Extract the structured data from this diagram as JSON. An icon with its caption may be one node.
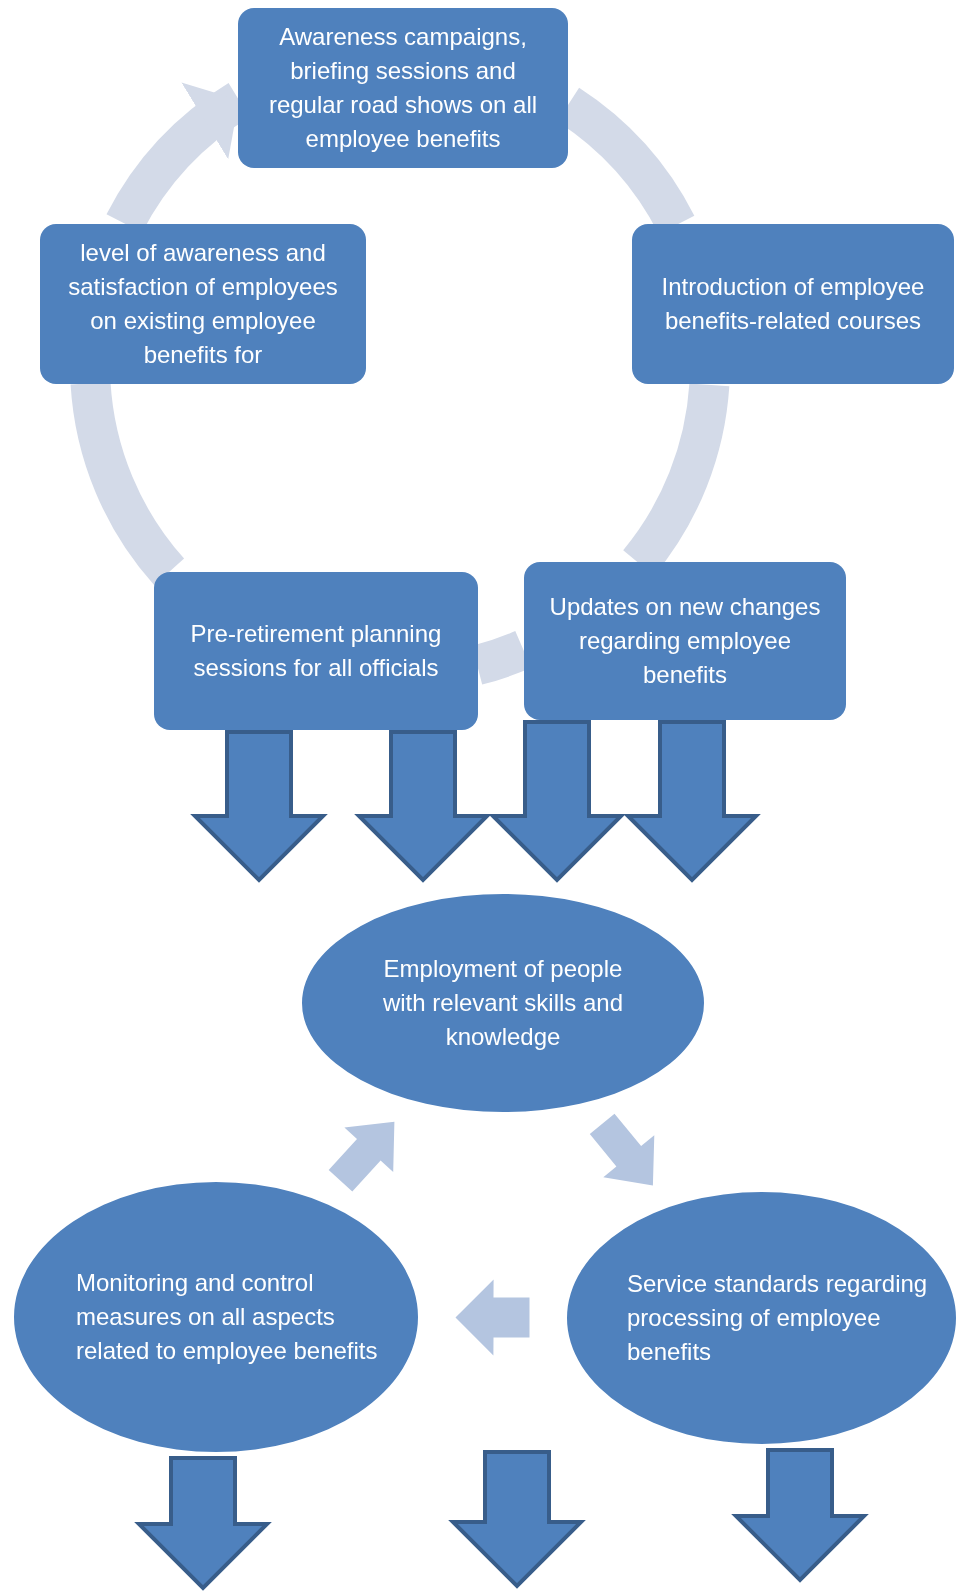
{
  "diagram": {
    "nodes": [
      {
        "text": [
          "Awareness campaigns, briefing sessions and regular road shows on all employee benefits"
        ]
      },
      {
        "text": [
          "Introduction of employee benefits-related courses"
        ]
      },
      {
        "text": [
          "Updates on new changes regarding employee benefits"
        ]
      },
      {
        "text": [
          "Pre-retirement planning sessions for all officials"
        ]
      },
      {
        "text": [
          "level of awareness and satisfaction of employees on existing employee benefits for"
        ]
      },
      {
        "text": [
          "Employment of people with relevant skills and knowledge"
        ]
      },
      {
        "text": [
          "Service standards regarding processing of employee benefits"
        ]
      },
      {
        "text": [
          "Monitoring and control measures on all aspects related to employee benefits"
        ]
      }
    ],
    "edges": [
      {
        "from": 0,
        "to": 1,
        "arrow": "none",
        "color": "#d3dae8"
      },
      {
        "from": 1,
        "to": 2,
        "arrow": "none",
        "color": "#d3dae8"
      },
      {
        "from": 2,
        "to": 3,
        "arrow": "none",
        "color": "#d3dae8"
      },
      {
        "from": 3,
        "to": 4,
        "arrow": "none",
        "color": "#d3dae8"
      },
      {
        "from": 4,
        "to": 0,
        "arrow": "to",
        "color": "#d3dae8"
      },
      {
        "from": 3,
        "to": 5,
        "arrow": "to",
        "color": "#4f81bd"
      },
      {
        "from": 3,
        "to": 5,
        "arrow": "to",
        "color": "#4f81bd"
      },
      {
        "from": 2,
        "to": 5,
        "arrow": "to",
        "color": "#4f81bd"
      },
      {
        "from": 2,
        "to": 5,
        "arrow": "to",
        "color": "#4f81bd"
      },
      {
        "from": 7,
        "to": 5,
        "arrow": "to",
        "color": "#b4c5e0"
      },
      {
        "from": 5,
        "to": 6,
        "arrow": "to",
        "color": "#b4c5e0"
      },
      {
        "from": 6,
        "to": 7,
        "arrow": "to",
        "color": "#b4c5e0"
      },
      {
        "from": 7,
        "to": null,
        "arrow": "to",
        "color": "#4f81bd"
      },
      {
        "from": 6,
        "to": null,
        "arrow": "to",
        "color": "#4f81bd"
      }
    ]
  }
}
